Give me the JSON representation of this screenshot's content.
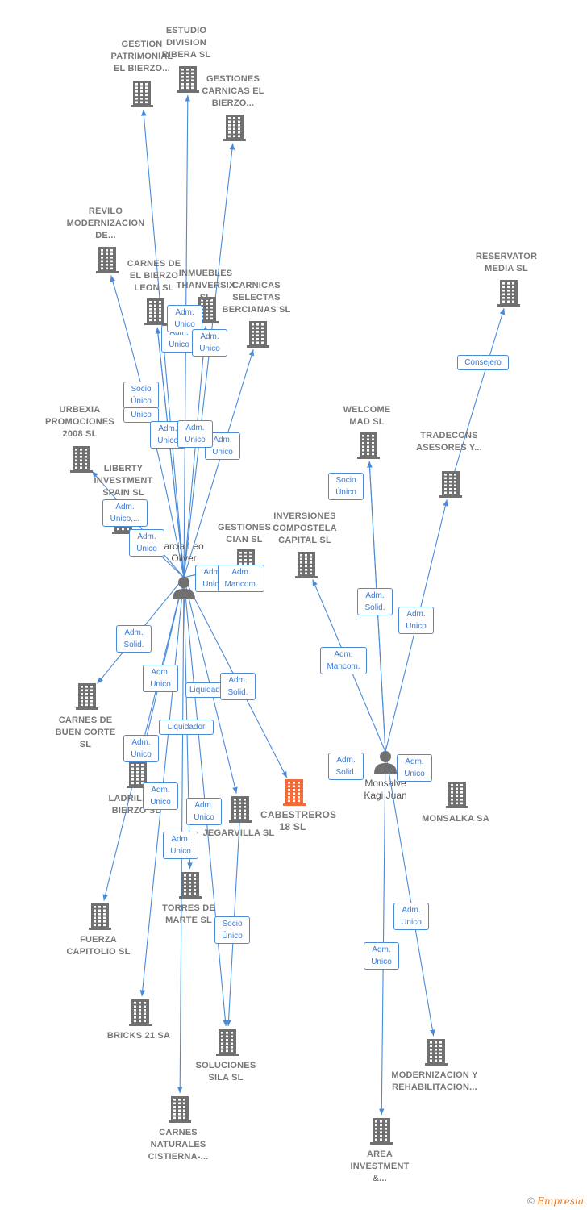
{
  "colors": {
    "edge": "#4a8bd8",
    "building": "#707070",
    "focus_building": "#f26b3a",
    "person": "#707070"
  },
  "people": {
    "garcia": {
      "name_line1": "arcia Leo",
      "name_line2": "Oliver"
    },
    "monsalve": {
      "name_line1": "Monsalve",
      "name_line2": "Kagi Juan"
    }
  },
  "companies": {
    "gestion_patrimonial": {
      "name": "GESTION PATRIMONIAL EL BIERZO..."
    },
    "estudio_division": {
      "name": "ESTUDIO DIVISION RIBERA SL"
    },
    "gestiones_carnicas": {
      "name": "GESTIONES CARNICAS EL BIERZO..."
    },
    "revilo": {
      "name": "REVILO MODERNIZACION DE..."
    },
    "carnes_bierzo_leon": {
      "name": "CARNES DE EL BIERZO LEON SL"
    },
    "inmuebles_thanversix": {
      "name": "INMUEBLES THANVERSIX SL"
    },
    "carnicas_selectas": {
      "name": "CARNICAS SELECTAS BERCIANAS SL"
    },
    "reservator": {
      "name": "RESERVATOR MEDIA SL"
    },
    "urbexia": {
      "name": "URBEXIA PROMOCIONES 2008 SL"
    },
    "liberty": {
      "name": "LIBERTY INVESTMENT SPAIN SL"
    },
    "welcome_mad": {
      "name": "WELCOME MAD SL"
    },
    "tradecons": {
      "name": "TRADECONS ASESORES Y..."
    },
    "gestiones_cian": {
      "name": "GESTIONES CIAN SL"
    },
    "inversiones_compostela": {
      "name": "INVERSIONES COMPOSTELA CAPITAL SL"
    },
    "carnes_buen_corte": {
      "name": "CARNES DE BUEN CORTE SL"
    },
    "ladrillos_bierzo": {
      "name": "LADRIL... EL BIERZO SL"
    },
    "cabestreros": {
      "name": "CABESTREROS 18 SL"
    },
    "jegarvilla": {
      "name": "JEGARVILLA SL"
    },
    "monsalka": {
      "name": "MONSALKA SA"
    },
    "fuerza_capitolio": {
      "name": "FUERZA CAPITOLIO SL"
    },
    "torres_marte": {
      "name": "TORRES DE MARTE SL"
    },
    "bricks21": {
      "name": "BRICKS 21 SA"
    },
    "soluciones_sila": {
      "name": "SOLUCIONES SILA SL"
    },
    "carnes_naturales": {
      "name": "CARNES NATURALES CISTIERNA-..."
    },
    "modernizacion_rehab": {
      "name": "MODERNIZACION Y REHABILITACION..."
    },
    "area_investment": {
      "name": "AREA INVESTMENT &..."
    }
  },
  "relations": [
    {
      "id": "r1",
      "label": "Adm. Unico"
    },
    {
      "id": "r2",
      "label": "Adm. Unico"
    },
    {
      "id": "r3",
      "label": "Adm. Unico"
    },
    {
      "id": "r4",
      "label": "Socio Único"
    },
    {
      "id": "r5",
      "label": "Unico"
    },
    {
      "id": "r6",
      "label": "Adm. Unico"
    },
    {
      "id": "r7",
      "label": "Adm. Unico"
    },
    {
      "id": "r8",
      "label": "Adm. Unico"
    },
    {
      "id": "r9",
      "label": "Adm. Unico,..."
    },
    {
      "id": "r10",
      "label": "Adm. Unico"
    },
    {
      "id": "r11",
      "label": "Adm. Unico"
    },
    {
      "id": "r12",
      "label": "Adm. Mancom."
    },
    {
      "id": "r13",
      "label": "Adm. Solid."
    },
    {
      "id": "r14",
      "label": "Adm. Unico"
    },
    {
      "id": "r15",
      "label": "Liquidador"
    },
    {
      "id": "r16",
      "label": "Adm. Solid."
    },
    {
      "id": "r17",
      "label": "Liquidador"
    },
    {
      "id": "r18",
      "label": "Adm. Unico"
    },
    {
      "id": "r19",
      "label": "Adm. Unico"
    },
    {
      "id": "r20",
      "label": "Adm. Unico"
    },
    {
      "id": "r21",
      "label": "Adm. Unico"
    },
    {
      "id": "r22",
      "label": "Socio Único"
    },
    {
      "id": "r23",
      "label": "Consejero"
    },
    {
      "id": "r24",
      "label": "Socio Único"
    },
    {
      "id": "r25",
      "label": "Adm. Solid."
    },
    {
      "id": "r26",
      "label": "Adm. Unico"
    },
    {
      "id": "r27",
      "label": "Adm. Mancom."
    },
    {
      "id": "r28",
      "label": "Adm. Solid."
    },
    {
      "id": "r29",
      "label": "Adm. Unico"
    },
    {
      "id": "r30",
      "label": "Adm. Unico"
    },
    {
      "id": "r31",
      "label": "Adm. Unico"
    }
  ],
  "footer": {
    "copyright": "©",
    "brand": "Empresia"
  }
}
